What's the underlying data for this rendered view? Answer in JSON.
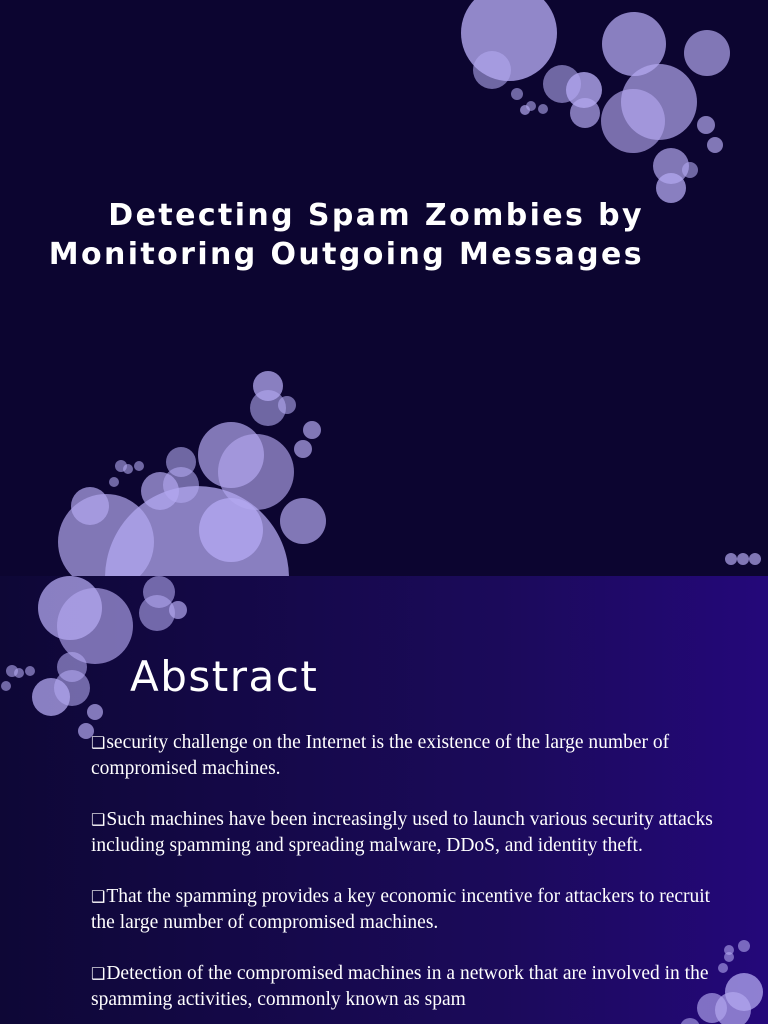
{
  "slide1": {
    "title": "Detecting Spam Zombies by Monitoring Outgoing Messages"
  },
  "slide2": {
    "heading": "Abstract",
    "bullet_symbol": "❑",
    "bullets": [
      "security challenge on the Internet is the existence of the large number of compromised machines.",
      "Such machines have been increasingly used to launch various security attacks including spamming and spreading malware, DDoS, and identity theft.",
      "That the spamming provides a key economic incentive for attackers to recruit the large number of compromised machines.",
      "Detection of the compromised machines in a network that are involved in the spamming activities, commonly known as spam"
    ]
  },
  "colors": {
    "slide_background": "#0c0530",
    "bubble_fill": "#b3a8f0",
    "text": "#ffffff"
  },
  "icons": {
    "bullet": "hollow-square-bullet-icon",
    "decoration": "bubble-cluster"
  }
}
